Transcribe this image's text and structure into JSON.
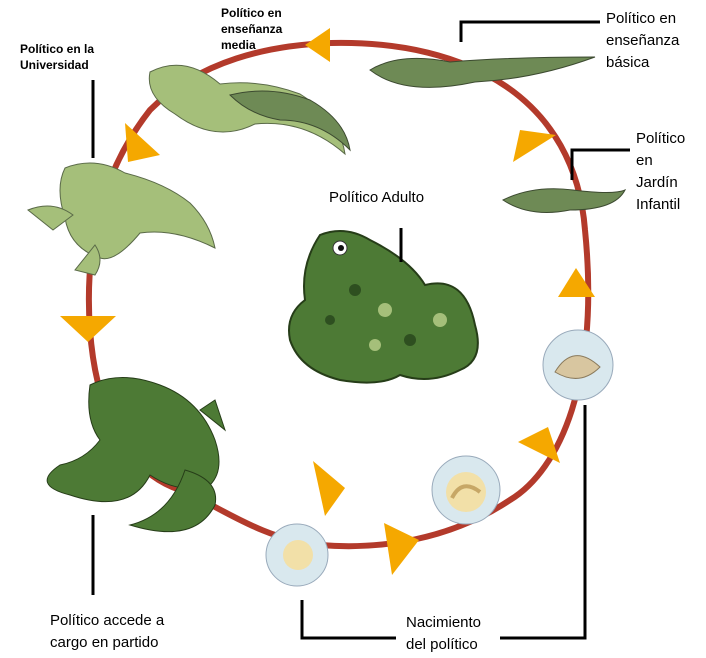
{
  "diagram": {
    "labels": {
      "tadpole_basic": "Político en\nenseñanza\nbásica",
      "tadpole_media": "Político en\nenseñanza\nmedia",
      "university": "Político en la\nUniversidad",
      "kindergarten": "Político\nen\nJardín\nInfantil",
      "adult": "Político Adulto",
      "party_post": "Político accede a\ncargo en partido",
      "birth": "Nacimiento\ndel político"
    },
    "colors": {
      "cycle_ring": "#b33a2b",
      "arrow": "#f5a800",
      "frog_dark": "#4d7a35",
      "frog_light": "#a5bf7a",
      "tadpole": "#6e8a55",
      "egg_shell": "#d9e8ee",
      "egg_core": "#f2e0a8"
    }
  }
}
